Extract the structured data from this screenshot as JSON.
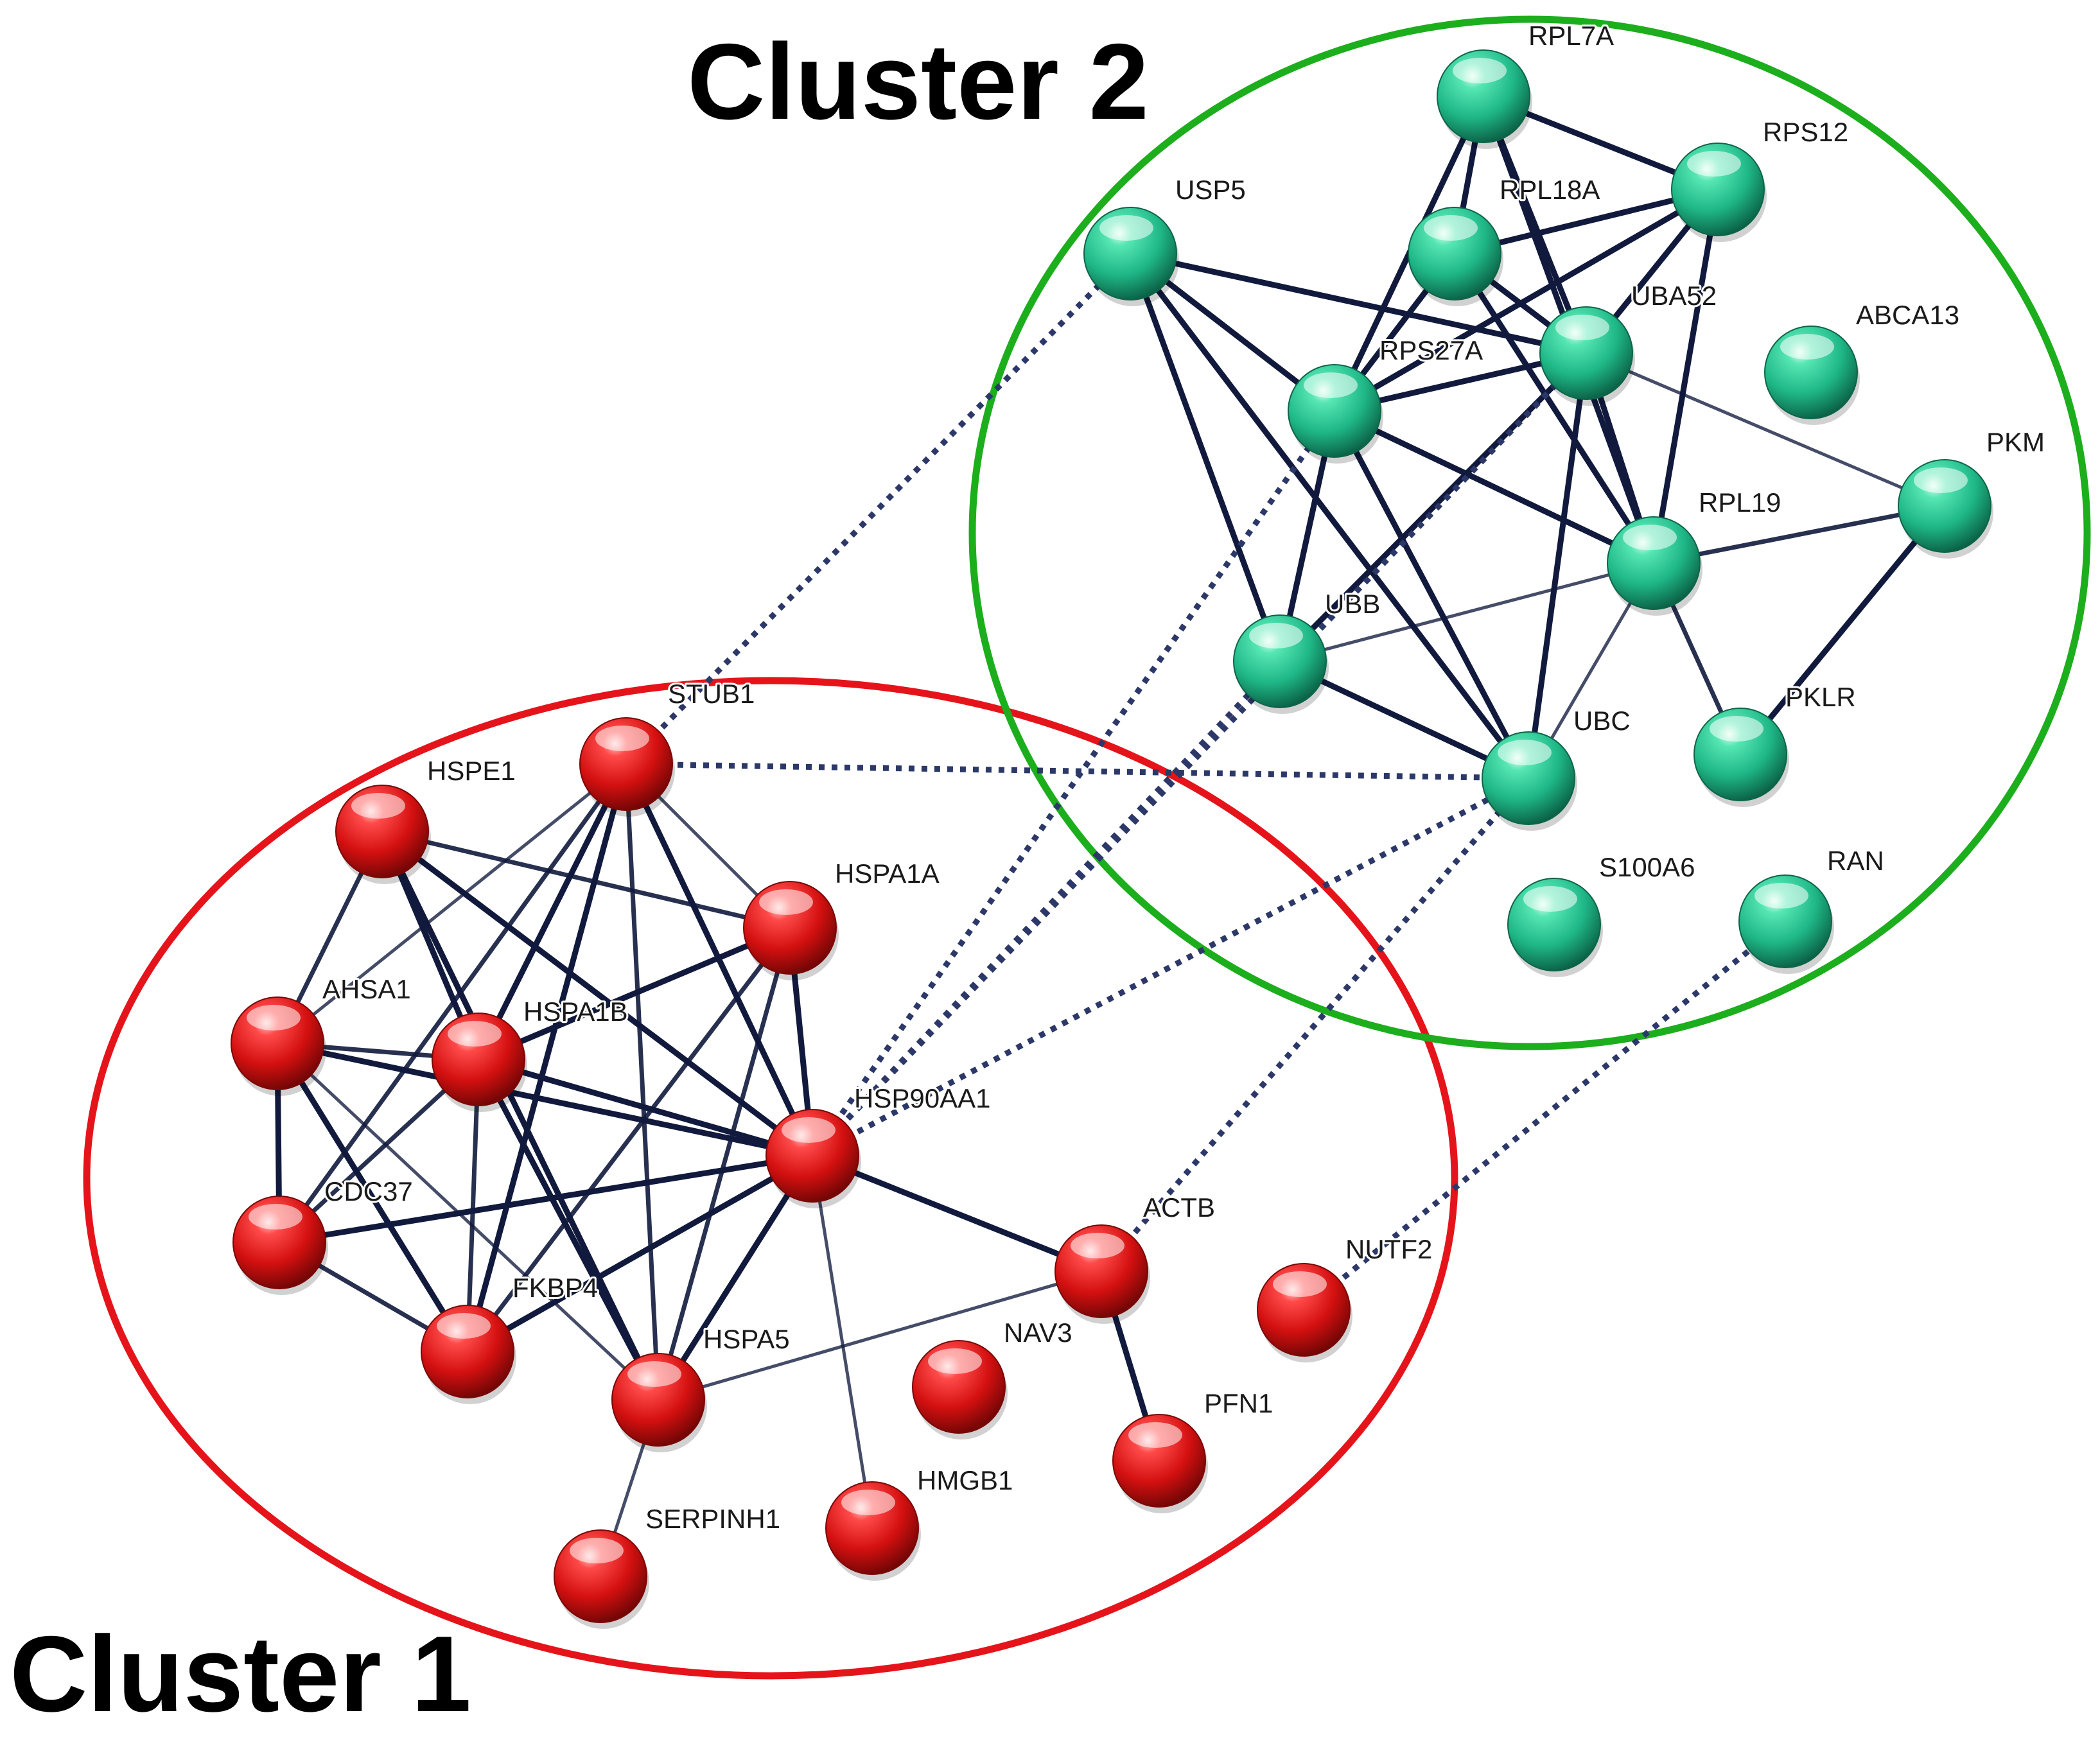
{
  "colors": {
    "cluster1": "#e5141b",
    "cluster2": "#1cae1c",
    "node1": "#e31b1b",
    "node2": "#2fd09c",
    "edge": "#111a3d",
    "dotted": "#2c3868"
  },
  "clusters": [
    {
      "id": "c1",
      "title": "Cluster 1"
    },
    {
      "id": "c2",
      "title": "Cluster 2"
    }
  ],
  "nodes": [
    {
      "id": "STUB1",
      "label": "STUB1",
      "group": 1
    },
    {
      "id": "HSPE1",
      "label": "HSPE1",
      "group": 1
    },
    {
      "id": "HSPA1A",
      "label": "HSPA1A",
      "group": 1
    },
    {
      "id": "AHSA1",
      "label": "AHSA1",
      "group": 1
    },
    {
      "id": "HSPA1B",
      "label": "HSPA1B",
      "group": 1
    },
    {
      "id": "HSP90AA1",
      "label": "HSP90AA1",
      "group": 1
    },
    {
      "id": "CDC37",
      "label": "CDC37",
      "group": 1
    },
    {
      "id": "FKBP4",
      "label": "FKBP4",
      "group": 1
    },
    {
      "id": "HSPA5",
      "label": "HSPA5",
      "group": 1
    },
    {
      "id": "ACTB",
      "label": "ACTB",
      "group": 1
    },
    {
      "id": "NUTF2",
      "label": "NUTF2",
      "group": 1
    },
    {
      "id": "NAV3",
      "label": "NAV3",
      "group": 1
    },
    {
      "id": "PFN1",
      "label": "PFN1",
      "group": 1
    },
    {
      "id": "HMGB1",
      "label": "HMGB1",
      "group": 1
    },
    {
      "id": "SERPINH1",
      "label": "SERPINH1",
      "group": 1
    },
    {
      "id": "RPL7A",
      "label": "RPL7A",
      "group": 2
    },
    {
      "id": "RPS12",
      "label": "RPS12",
      "group": 2
    },
    {
      "id": "USP5",
      "label": "USP5",
      "group": 2
    },
    {
      "id": "RPL18A",
      "label": "RPL18A",
      "group": 2
    },
    {
      "id": "UBA52",
      "label": "UBA52",
      "group": 2
    },
    {
      "id": "ABCA13",
      "label": "ABCA13",
      "group": 2
    },
    {
      "id": "RPS27A",
      "label": "RPS27A",
      "group": 2
    },
    {
      "id": "PKM",
      "label": "PKM",
      "group": 2
    },
    {
      "id": "RPL19",
      "label": "RPL19",
      "group": 2
    },
    {
      "id": "UBB",
      "label": "UBB",
      "group": 2
    },
    {
      "id": "UBC",
      "label": "UBC",
      "group": 2
    },
    {
      "id": "PKLR",
      "label": "PKLR",
      "group": 2
    },
    {
      "id": "S100A6",
      "label": "S100A6",
      "group": 2
    },
    {
      "id": "RAN",
      "label": "RAN",
      "group": 2
    }
  ],
  "edges": [
    {
      "source": "HSPE1",
      "target": "AHSA1",
      "weight": "medium"
    },
    {
      "source": "HSPE1",
      "target": "HSPA1B",
      "weight": "strong"
    },
    {
      "source": "HSPE1",
      "target": "HSPA1A",
      "weight": "medium"
    },
    {
      "source": "HSPE1",
      "target": "HSP90AA1",
      "weight": "strong"
    },
    {
      "source": "HSPE1",
      "target": "HSPA5",
      "weight": "strong"
    },
    {
      "source": "STUB1",
      "target": "AHSA1",
      "weight": "light"
    },
    {
      "source": "STUB1",
      "target": "HSPA1B",
      "weight": "strong"
    },
    {
      "source": "STUB1",
      "target": "HSPA1A",
      "weight": "light"
    },
    {
      "source": "STUB1",
      "target": "HSP90AA1",
      "weight": "strong"
    },
    {
      "source": "STUB1",
      "target": "CDC37",
      "weight": "medium"
    },
    {
      "source": "STUB1",
      "target": "FKBP4",
      "weight": "strong"
    },
    {
      "source": "STUB1",
      "target": "HSPA5",
      "weight": "medium"
    },
    {
      "source": "HSPA1A",
      "target": "HSPA1B",
      "weight": "strong"
    },
    {
      "source": "HSPA1A",
      "target": "HSP90AA1",
      "weight": "strong"
    },
    {
      "source": "HSPA1A",
      "target": "HSPA5",
      "weight": "medium"
    },
    {
      "source": "HSPA1A",
      "target": "FKBP4",
      "weight": "medium"
    },
    {
      "source": "AHSA1",
      "target": "HSPA1B",
      "weight": "medium"
    },
    {
      "source": "AHSA1",
      "target": "HSP90AA1",
      "weight": "strong"
    },
    {
      "source": "AHSA1",
      "target": "CDC37",
      "weight": "strong"
    },
    {
      "source": "AHSA1",
      "target": "FKBP4",
      "weight": "strong"
    },
    {
      "source": "AHSA1",
      "target": "HSPA5",
      "weight": "light"
    },
    {
      "source": "HSPA1B",
      "target": "HSP90AA1",
      "weight": "strong"
    },
    {
      "source": "HSPA1B",
      "target": "HSPA5",
      "weight": "strong"
    },
    {
      "source": "HSPA1B",
      "target": "FKBP4",
      "weight": "medium"
    },
    {
      "source": "HSPA1B",
      "target": "CDC37",
      "weight": "medium"
    },
    {
      "source": "HSP90AA1",
      "target": "CDC37",
      "weight": "strong"
    },
    {
      "source": "HSP90AA1",
      "target": "FKBP4",
      "weight": "strong"
    },
    {
      "source": "HSP90AA1",
      "target": "HSPA5",
      "weight": "strong"
    },
    {
      "source": "HSP90AA1",
      "target": "ACTB",
      "weight": "strong"
    },
    {
      "source": "HSP90AA1",
      "target": "HMGB1",
      "weight": "light"
    },
    {
      "source": "CDC37",
      "target": "FKBP4",
      "weight": "medium"
    },
    {
      "source": "HSPA5",
      "target": "ACTB",
      "weight": "light"
    },
    {
      "source": "HSPA5",
      "target": "SERPINH1",
      "weight": "light"
    },
    {
      "source": "ACTB",
      "target": "PFN1",
      "weight": "strong"
    },
    {
      "source": "RPL7A",
      "target": "RPS12",
      "weight": "strong"
    },
    {
      "source": "RPL7A",
      "target": "RPL18A",
      "weight": "strong"
    },
    {
      "source": "RPL7A",
      "target": "UBA52",
      "weight": "strong"
    },
    {
      "source": "RPL7A",
      "target": "RPS27A",
      "weight": "strong"
    },
    {
      "source": "RPL7A",
      "target": "RPL19",
      "weight": "strong"
    },
    {
      "source": "RPS12",
      "target": "RPL18A",
      "weight": "strong"
    },
    {
      "source": "RPS12",
      "target": "UBA52",
      "weight": "strong"
    },
    {
      "source": "RPS12",
      "target": "RPS27A",
      "weight": "strong"
    },
    {
      "source": "RPS12",
      "target": "RPL19",
      "weight": "strong"
    },
    {
      "source": "RPL18A",
      "target": "UBA52",
      "weight": "strong"
    },
    {
      "source": "RPL18A",
      "target": "RPS27A",
      "weight": "strong"
    },
    {
      "source": "RPL18A",
      "target": "RPL19",
      "weight": "strong"
    },
    {
      "source": "USP5",
      "target": "UBA52",
      "weight": "strong"
    },
    {
      "source": "USP5",
      "target": "RPS27A",
      "weight": "strong"
    },
    {
      "source": "USP5",
      "target": "UBB",
      "weight": "strong"
    },
    {
      "source": "USP5",
      "target": "UBC",
      "weight": "strong"
    },
    {
      "source": "UBA52",
      "target": "RPS27A",
      "weight": "strong"
    },
    {
      "source": "UBA52",
      "target": "RPL19",
      "weight": "strong"
    },
    {
      "source": "UBA52",
      "target": "UBB",
      "weight": "strong"
    },
    {
      "source": "UBA52",
      "target": "UBC",
      "weight": "strong"
    },
    {
      "source": "UBA52",
      "target": "PKM",
      "weight": "light"
    },
    {
      "source": "RPS27A",
      "target": "RPL19",
      "weight": "strong"
    },
    {
      "source": "RPS27A",
      "target": "UBB",
      "weight": "strong"
    },
    {
      "source": "RPS27A",
      "target": "UBC",
      "weight": "strong"
    },
    {
      "source": "PKM",
      "target": "RPL19",
      "weight": "medium"
    },
    {
      "source": "PKM",
      "target": "PKLR",
      "weight": "strong"
    },
    {
      "source": "RPL19",
      "target": "UBB",
      "weight": "light"
    },
    {
      "source": "RPL19",
      "target": "UBC",
      "weight": "light"
    },
    {
      "source": "RPL19",
      "target": "PKLR",
      "weight": "medium"
    },
    {
      "source": "UBB",
      "target": "UBC",
      "weight": "strong"
    }
  ],
  "dotted_edges": [
    {
      "source": "STUB1",
      "target": "USP5"
    },
    {
      "source": "STUB1",
      "target": "UBC"
    },
    {
      "source": "HSP90AA1",
      "target": "RPS27A"
    },
    {
      "source": "HSP90AA1",
      "target": "UBA52"
    },
    {
      "source": "HSP90AA1",
      "target": "UBB"
    },
    {
      "source": "HSP90AA1",
      "target": "UBC"
    },
    {
      "source": "ACTB",
      "target": "UBC"
    },
    {
      "source": "NUTF2",
      "target": "RAN"
    }
  ]
}
